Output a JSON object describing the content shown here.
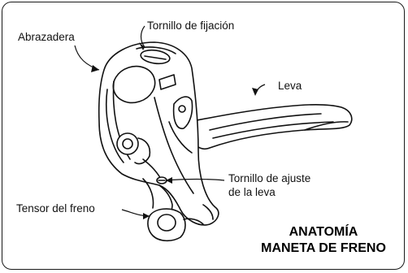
{
  "labels": {
    "clamp": "Abrazadera",
    "fixing_screw": "Tornillo de fijación",
    "lever": "Leva",
    "adjust_line1": "Tornillo de ajuste",
    "adjust_line2": "de la leva",
    "brake_tensioner": "Tensor del freno"
  },
  "title": {
    "line1": "ANATOMÍA",
    "line2": "MANETA DE FRENO"
  }
}
